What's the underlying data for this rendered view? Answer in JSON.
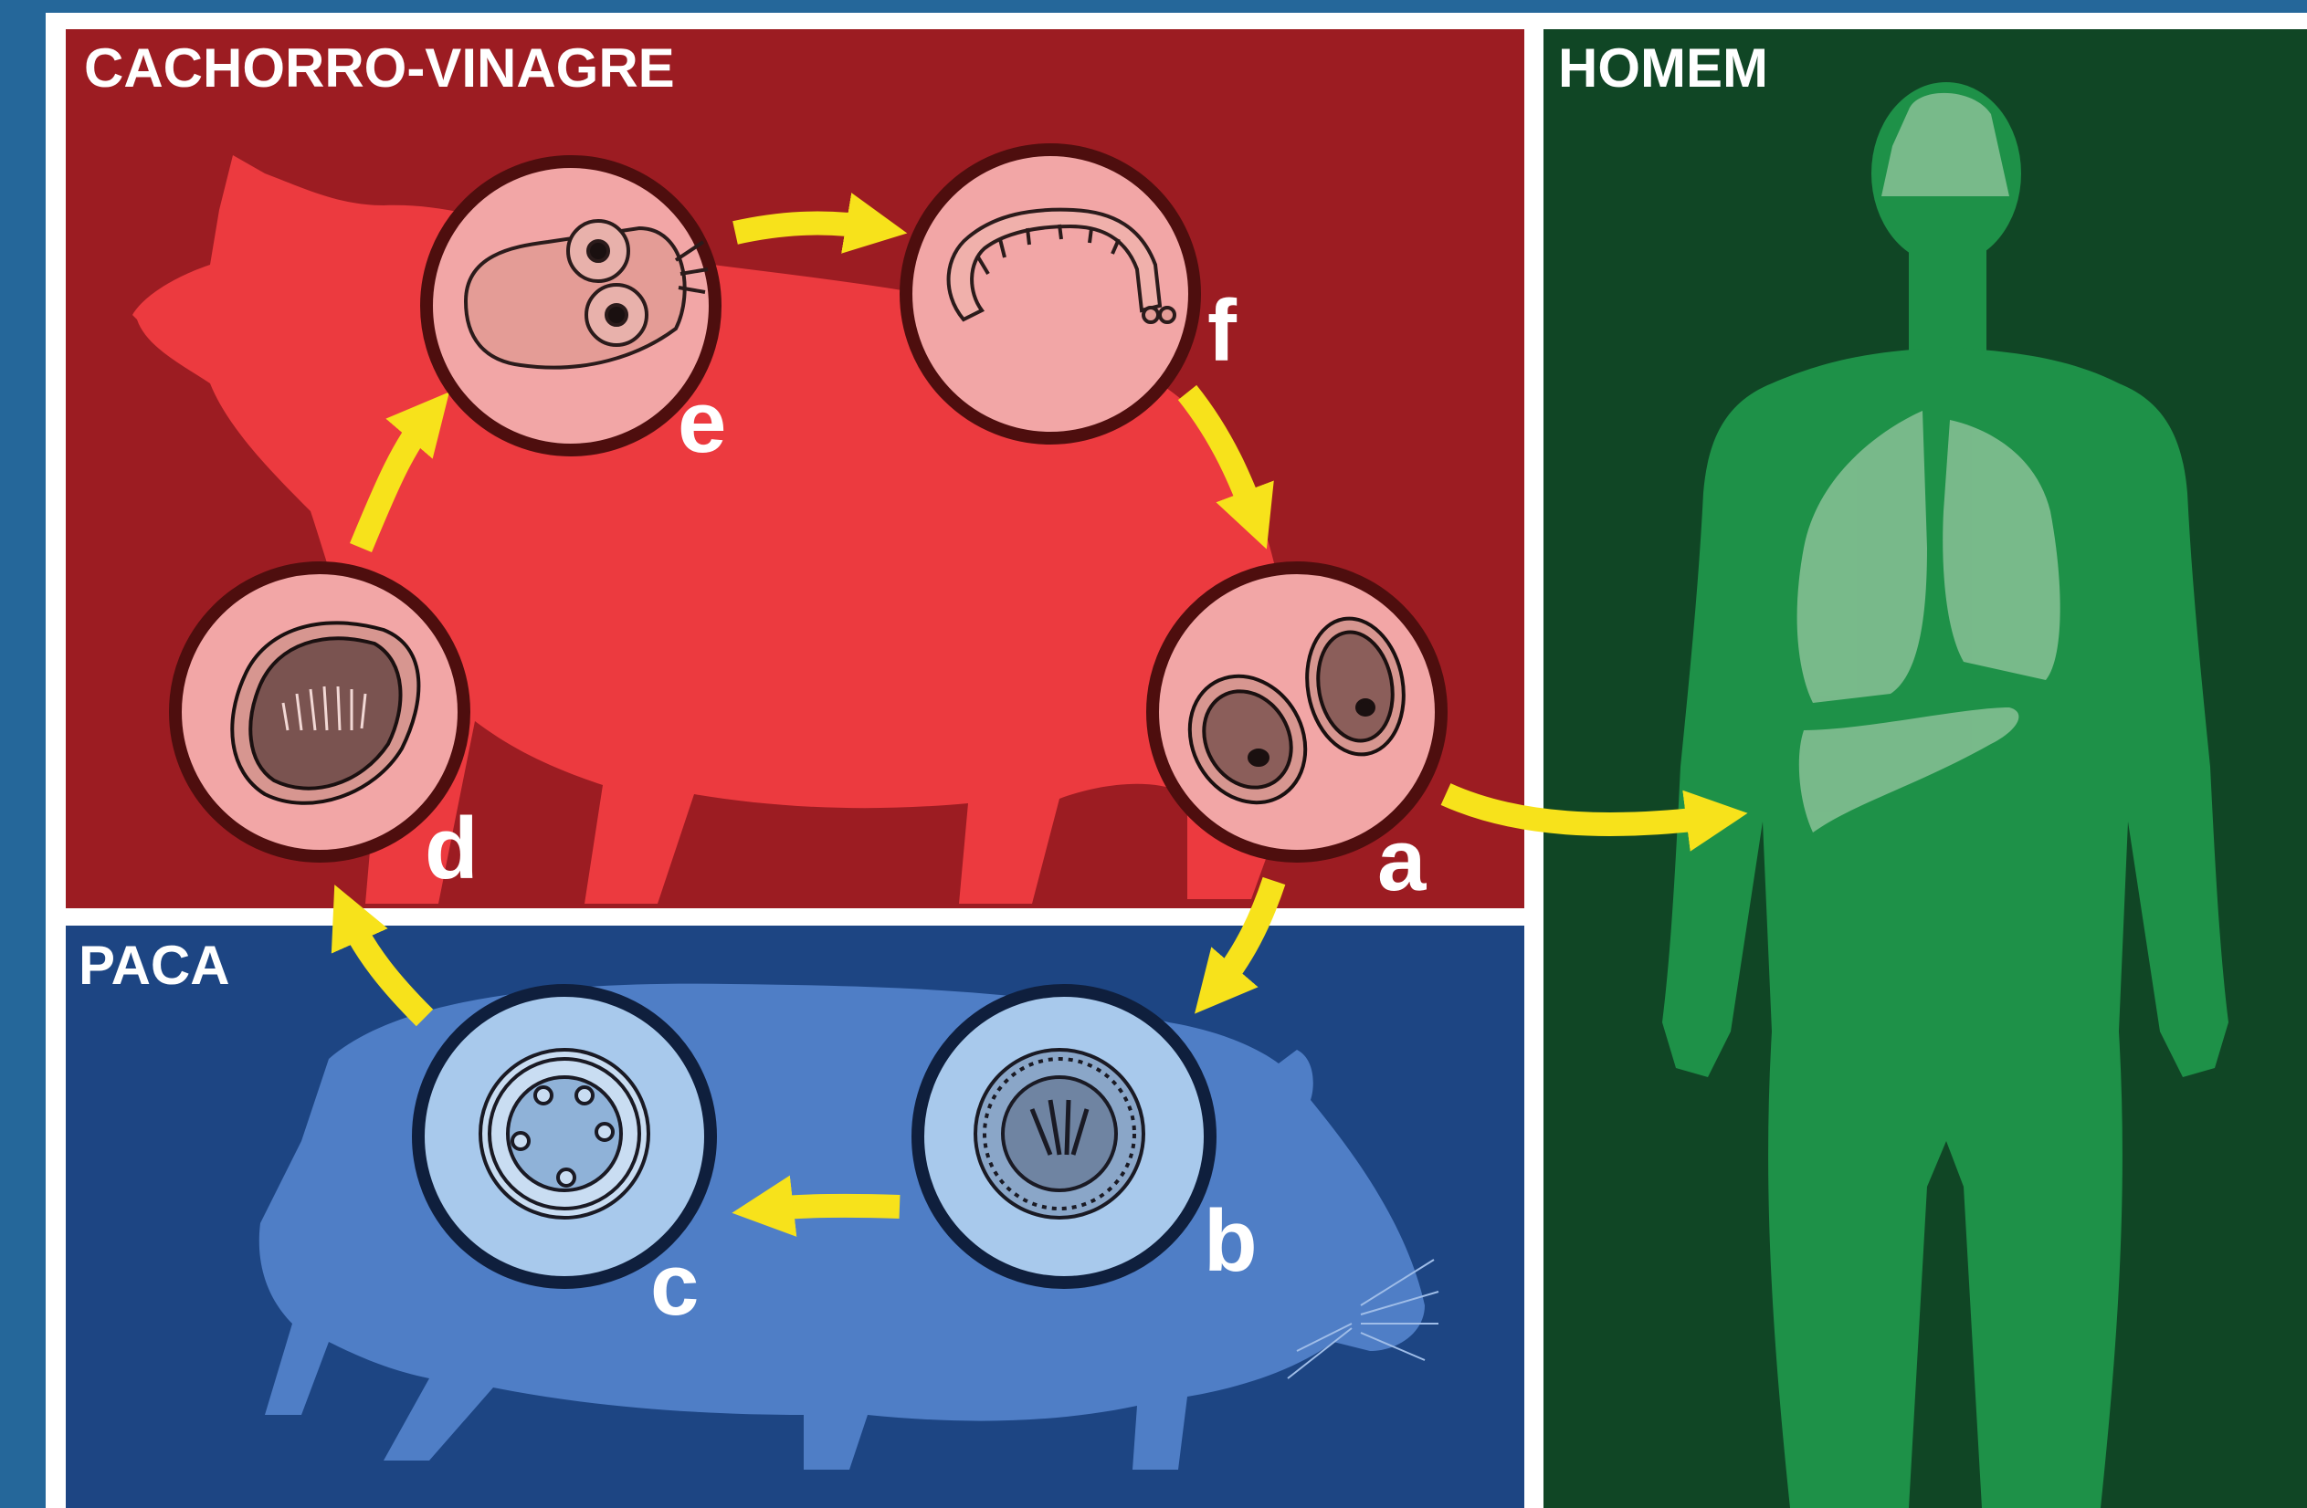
{
  "panels": {
    "definitive_host": {
      "title": "CACHORRO-VINAGRE",
      "color": "#9c1c22",
      "animal_color": "#ec3a3f"
    },
    "intermediate_host": {
      "title": "PACA",
      "color": "#1d4583",
      "animal_color": "#4f7ec6"
    },
    "accidental_host": {
      "title": "HOMEM",
      "color": "#104625",
      "animal_color": "#1e9148"
    }
  },
  "stages": {
    "a": {
      "letter": "a"
    },
    "b": {
      "letter": "b"
    },
    "c": {
      "letter": "c"
    },
    "d": {
      "letter": "d"
    },
    "e": {
      "letter": "e"
    },
    "f": {
      "letter": "f"
    }
  },
  "cycle_order": [
    "a",
    "b",
    "c",
    "d",
    "e",
    "f"
  ],
  "arrow_color": "#f7e21b"
}
